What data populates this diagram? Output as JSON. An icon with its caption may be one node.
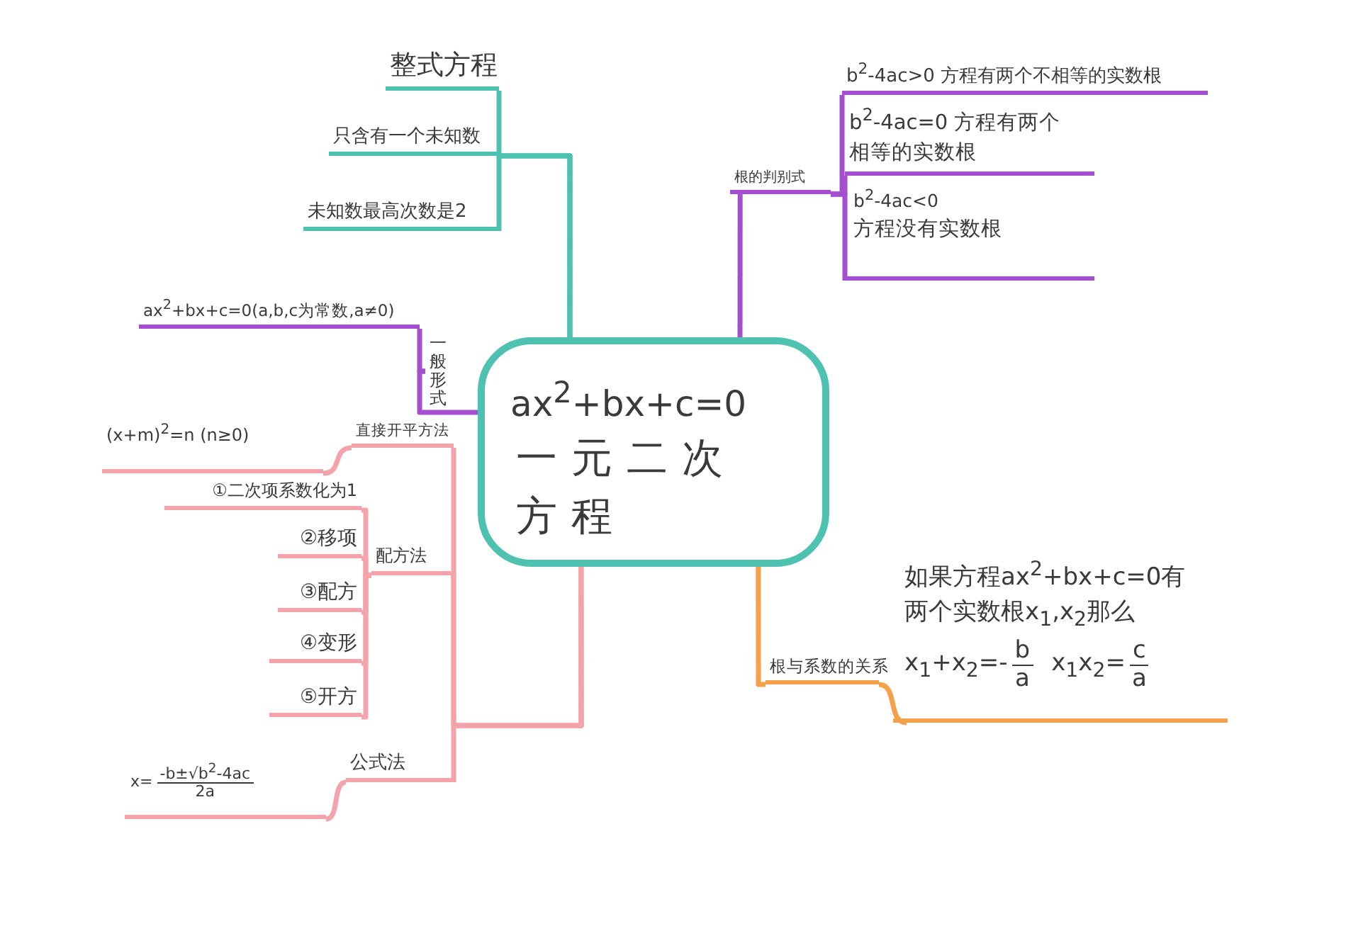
{
  "diagram": {
    "nodes": [
      {
        "text": [
          "ax$^{2}$+bx+c=0",
          "一元二次方程"
        ]
      },
      {
        "text": [
          "整式方程"
        ]
      },
      {
        "text": [
          "只含有一个未知数"
        ]
      },
      {
        "text": [
          "未知数最高次数是2"
        ]
      },
      {
        "text": [
          "一般形式"
        ]
      },
      {
        "text": [
          "ax$^{2}$+bx+c=0(a,b,c为常数,a≠0)"
        ]
      },
      {
        "text": [
          "根的判别式"
        ]
      },
      {
        "text": [
          "b$^{2}$-4ac>0 方程有两个不相等的实数根"
        ]
      },
      {
        "text": [
          "b$^{2}$-4ac=0 方程有两个相等的实数根"
        ]
      },
      {
        "text": [
          "b$^{2}$-4ac<0",
          "方程没有实数根"
        ]
      },
      {
        "text": [
          "直接开平方法"
        ]
      },
      {
        "text": [
          "(x+m)$^{2}$=n (n≥0)"
        ]
      },
      {
        "text": [
          "配方法"
        ]
      },
      {
        "text": [
          "①二次项系数化为1"
        ]
      },
      {
        "text": [
          "②移项"
        ]
      },
      {
        "text": [
          "③配方"
        ]
      },
      {
        "text": [
          "④变形"
        ]
      },
      {
        "text": [
          "⑤开方"
        ]
      },
      {
        "text": [
          "公式法"
        ]
      },
      {
        "text": [
          "x=",
          "-b±√b$^{2}$-4ac",
          "2a"
        ]
      },
      {
        "text": [
          "根与系数的关系"
        ]
      },
      {
        "text": [
          "如果方程ax$^{2}$+bx+c=0有两个实数根x$_{1}$,x$_{2}$那么",
          "x$_{1}$+x$_{2}$=-",
          "b",
          "a",
          "x$_{1}$x$_{2}$=",
          "c",
          "a"
        ]
      }
    ],
    "edges": [
      {
        "from": 0,
        "to": 1,
        "arrow": "none",
        "color": "#4fc1b0"
      },
      {
        "from": 0,
        "to": 2,
        "arrow": "none",
        "color": "#4fc1b0"
      },
      {
        "from": 0,
        "to": 3,
        "arrow": "none",
        "color": "#4fc1b0"
      },
      {
        "from": 0,
        "to": 4,
        "arrow": "none",
        "color": "#a34fd0"
      },
      {
        "from": 4,
        "to": 5,
        "arrow": "none",
        "color": "#a34fd0"
      },
      {
        "from": 0,
        "to": 6,
        "arrow": "none",
        "color": "#a34fd0"
      },
      {
        "from": 6,
        "to": 7,
        "arrow": "none",
        "color": "#a34fd0"
      },
      {
        "from": 6,
        "to": 8,
        "arrow": "none",
        "color": "#a34fd0"
      },
      {
        "from": 6,
        "to": 9,
        "arrow": "none",
        "color": "#a34fd0"
      },
      {
        "from": 0,
        "to": 10,
        "arrow": "none"
      },
      {
        "from": 10,
        "to": 11,
        "arrow": "none"
      },
      {
        "from": 0,
        "to": 12,
        "arrow": "none"
      },
      {
        "from": 12,
        "to": 13,
        "arrow": "none"
      },
      {
        "from": 12,
        "to": 14,
        "arrow": "none"
      },
      {
        "from": 12,
        "to": 15,
        "arrow": "none"
      },
      {
        "from": 12,
        "to": 16,
        "arrow": "none"
      },
      {
        "from": 12,
        "to": 17,
        "arrow": "none"
      },
      {
        "from": 0,
        "to": 18,
        "arrow": "none"
      },
      {
        "from": 18,
        "to": 19,
        "arrow": "none"
      },
      {
        "from": 0,
        "to": 20,
        "arrow": "none",
        "color": "#f5a04a"
      },
      {
        "from": 20,
        "to": 21,
        "arrow": "none",
        "color": "#f5a04a"
      }
    ]
  }
}
